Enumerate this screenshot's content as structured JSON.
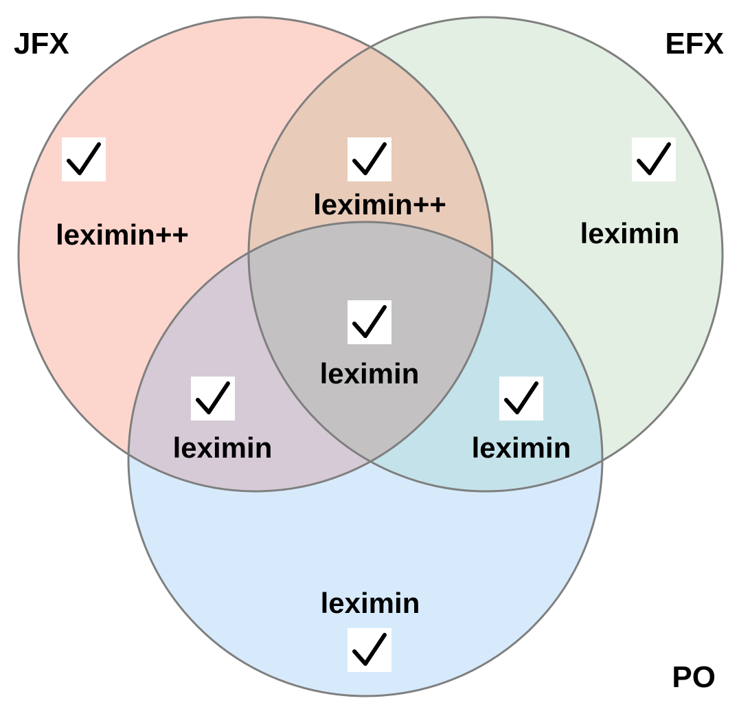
{
  "sets": {
    "jfx": {
      "label": "JFX",
      "color": "#fcd6cd"
    },
    "efx": {
      "label": "EFX",
      "color": "#e4efe3"
    },
    "po": {
      "label": "PO",
      "color": "#d6eafb"
    }
  },
  "overlap_colors": {
    "jfx_efx": "#e8cbb9",
    "jfx_po": "#d6cad6",
    "efx_po": "#c4e2e9",
    "all": "#c3c1c2",
    "outline": "#7f7f7f"
  },
  "regions": {
    "jfx_only": {
      "label": "leximin++",
      "checked": true
    },
    "efx_only": {
      "label": "leximin",
      "checked": true
    },
    "po_only": {
      "label": "leximin",
      "checked": true
    },
    "jfx_efx": {
      "label": "leximin++",
      "checked": true
    },
    "jfx_po": {
      "label": "leximin",
      "checked": true
    },
    "efx_po": {
      "label": "leximin",
      "checked": true
    },
    "all_three": {
      "label": "leximin",
      "checked": true
    }
  },
  "icons": {
    "check": "check-icon"
  }
}
